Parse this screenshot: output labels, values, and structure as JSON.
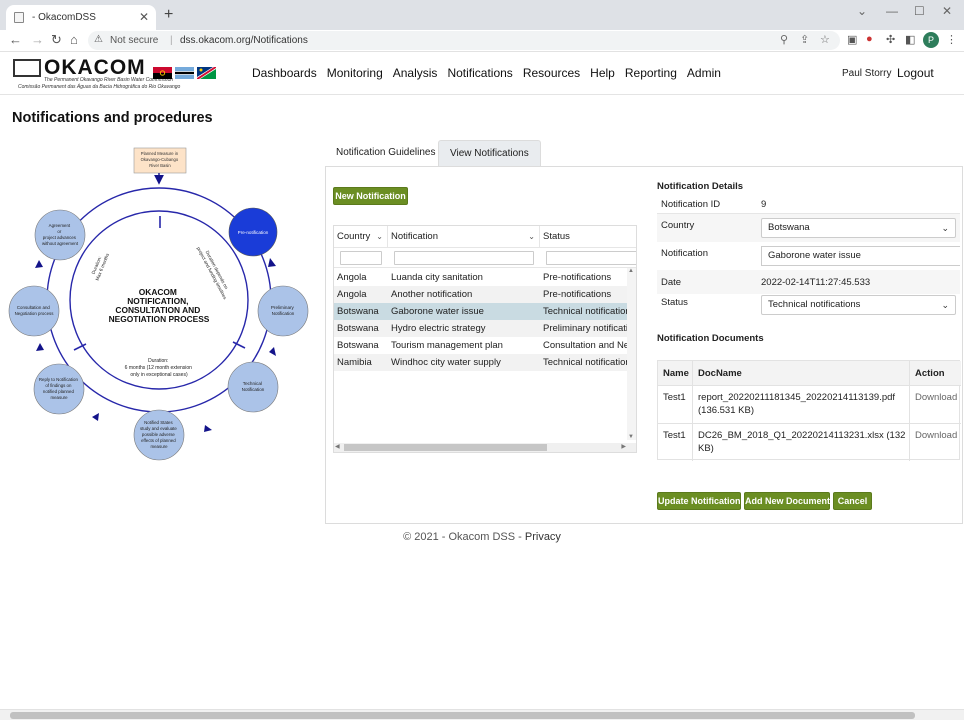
{
  "browser": {
    "tab_title": "- OkacomDSS",
    "not_secure": "Not secure",
    "url": "dss.okacom.org/Notifications",
    "profile_initial": "P"
  },
  "header": {
    "logo": "OKACOM",
    "logo_sub1": "The Permanent Okavango River Basin Water Commission",
    "logo_sub2": "Comissão Permanent das Águas da Bacia Hidrográfica do Rio Okavango",
    "nav": [
      "Dashboards",
      "Monitoring",
      "Analysis",
      "Notifications",
      "Resources",
      "Help",
      "Reporting",
      "Admin"
    ],
    "user": "Paul Storry",
    "logout": "Logout"
  },
  "page": {
    "title": "Notifications and procedures"
  },
  "diagram": {
    "top_box": [
      "Planned Measure in",
      "Okavango-Cubango",
      "River Basin"
    ],
    "center": [
      "OKACOM",
      "NOTIFICATION,",
      "CONSULTATION AND",
      "NEGOTIATION PROCESS"
    ],
    "duration_center": [
      "Duration:",
      "6 months (12 month extension",
      "only in exceptional cases)"
    ],
    "duration_left": [
      "Duration:",
      "Max 6 months"
    ],
    "duration_right": [
      "Duration depends on",
      "project and funding timelines"
    ],
    "nodes": {
      "pre": [
        "Pre-notification"
      ],
      "prelim": [
        "Preliminary",
        "Notification"
      ],
      "technical": [
        "Technical",
        "Notification"
      ],
      "notified": [
        "Notified States",
        "study and evaluate",
        "possible adverse",
        "effects of planned",
        "measure"
      ],
      "reply": [
        "Reply to Notification",
        "of findings on",
        "notified planned",
        "measure"
      ],
      "consult": [
        "Consultation and",
        "Negotiation process"
      ],
      "agreement": [
        "Agreement",
        "or",
        "project advances",
        "without agreement"
      ]
    }
  },
  "tabs": {
    "guidelines": "Notification Guidelines",
    "view": "View Notifications"
  },
  "grid": {
    "new_button": "New Notification",
    "columns": [
      "Country",
      "Notification",
      "Status"
    ],
    "rows": [
      {
        "country": "Angola",
        "notification": "Luanda city sanitation",
        "status": "Pre-notifications"
      },
      {
        "country": "Angola",
        "notification": "Another notification",
        "status": "Pre-notifications"
      },
      {
        "country": "Botswana",
        "notification": "Gaborone water issue",
        "status": "Technical notifications"
      },
      {
        "country": "Botswana",
        "notification": "Hydro electric strategy",
        "status": "Preliminary notifications"
      },
      {
        "country": "Botswana",
        "notification": "Tourism management plan",
        "status": "Consultation and Negotiation"
      },
      {
        "country": "Namibia",
        "notification": "Windhoc city water supply",
        "status": "Technical notifications"
      }
    ]
  },
  "details": {
    "title": "Notification Details",
    "id_label": "Notification ID",
    "id_value": "9",
    "country_label": "Country",
    "country_value": "Botswana",
    "notification_label": "Notification",
    "notification_value": "Gaborone water issue",
    "date_label": "Date",
    "date_value": "2022-02-14T11:27:45.533",
    "status_label": "Status",
    "status_value": "Technical notifications"
  },
  "documents": {
    "title": "Notification Documents",
    "columns": [
      "Name",
      "DocName",
      "Action"
    ],
    "rows": [
      {
        "name": "Test1",
        "doc1": "report_20220211181345_20220214113139.pdf",
        "doc2": "(136.531 KB)",
        "action": "Download"
      },
      {
        "name": "Test1",
        "doc1": "DC26_BM_2018_Q1_20220214113231.xlsx (132",
        "doc2": "KB)",
        "action": "Download"
      }
    ]
  },
  "actions": {
    "update": "Update Notification",
    "add_doc": "Add New Document",
    "cancel": "Cancel"
  },
  "footer": {
    "copyright": "© 2021 - Okacom DSS - ",
    "privacy": "Privacy"
  }
}
